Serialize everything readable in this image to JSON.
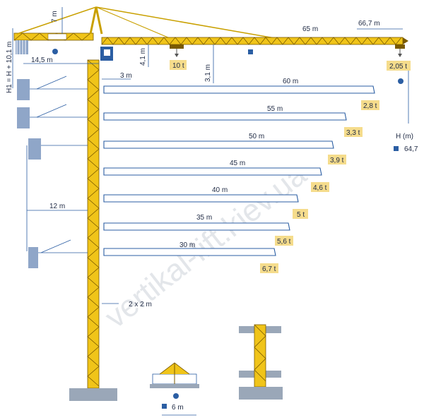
{
  "watermark": "vertikal-lift.kiev.ua",
  "dimensions": {
    "jib_length": "65 m",
    "jib_tip": "66,7 m",
    "counter_jib": "14,5 m",
    "tower_head_height": "7 m",
    "height_formula": "H1 = H + 10,1 m",
    "hook_height": "4,1 m",
    "trolley_height": "3,1 m",
    "hook_offset": "3 m",
    "tower_reach": "12 m",
    "tower_section": "2 x 2 m",
    "base_width": "6 m"
  },
  "loads": {
    "max_load": "10 t",
    "tip_load": "2,05 t"
  },
  "height": {
    "label": "H (m)",
    "value": "64,7"
  },
  "configurations": [
    {
      "radius": "60 m",
      "capacity": "2,8 t"
    },
    {
      "radius": "55 m",
      "capacity": "3,3 t"
    },
    {
      "radius": "50 m",
      "capacity": "3,9 t"
    },
    {
      "radius": "45 m",
      "capacity": "4,6 t"
    },
    {
      "radius": "40 m",
      "capacity": "5 t"
    },
    {
      "radius": "35 m",
      "capacity": "5,6 t"
    },
    {
      "radius": "30 m",
      "capacity": "6,7 t"
    }
  ],
  "colors": {
    "crane": "#f0c419",
    "outline": "#2b5ea3",
    "tag": "#f5dc8c"
  }
}
